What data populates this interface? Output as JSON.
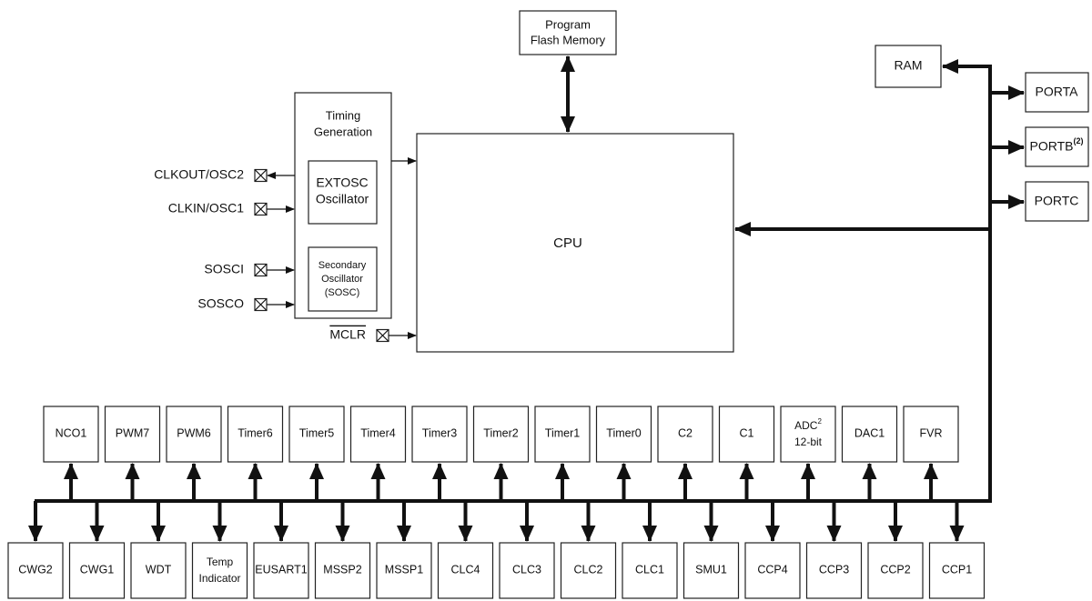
{
  "cpu": {
    "label": "CPU"
  },
  "flash": {
    "line1": "Program",
    "line2": "Flash Memory"
  },
  "ram": {
    "label": "RAM"
  },
  "ports": [
    {
      "label": "PORTA",
      "sup": ""
    },
    {
      "label": "PORTB",
      "sup": "(2)"
    },
    {
      "label": "PORTC",
      "sup": ""
    }
  ],
  "timing": {
    "line1": "Timing",
    "line2": "Generation",
    "extosc": {
      "line1": "EXTOSC",
      "line2": "Oscillator"
    },
    "sosc": {
      "line1": "Secondary",
      "line2": "Oscillator",
      "line3": "(SOSC)"
    }
  },
  "pins": {
    "clkout": "CLKOUT/OSC2",
    "clkin": "CLKIN/OSC1",
    "sosci": "SOSCI",
    "sosco": "SOSCO",
    "mclr": "MCLR"
  },
  "top_row": [
    {
      "label": "NCO1"
    },
    {
      "label": "PWM7"
    },
    {
      "label": "PWM6"
    },
    {
      "label": "Timer6"
    },
    {
      "label": "Timer5"
    },
    {
      "label": "Timer4"
    },
    {
      "label": "Timer3"
    },
    {
      "label": "Timer2"
    },
    {
      "label": "Timer1"
    },
    {
      "label": "Timer0"
    },
    {
      "label": "C2"
    },
    {
      "label": "C1"
    },
    {
      "label": "ADC",
      "sup": "2",
      "line2": "12-bit"
    },
    {
      "label": "DAC1"
    },
    {
      "label": "FVR"
    }
  ],
  "bottom_row": [
    {
      "label": "CWG2"
    },
    {
      "label": "CWG1"
    },
    {
      "label": "WDT"
    },
    {
      "label": "Temp",
      "line2": "Indicator"
    },
    {
      "label": "EUSART1"
    },
    {
      "label": "MSSP2"
    },
    {
      "label": "MSSP1"
    },
    {
      "label": "CLC4"
    },
    {
      "label": "CLC3"
    },
    {
      "label": "CLC2"
    },
    {
      "label": "CLC1"
    },
    {
      "label": "SMU1"
    },
    {
      "label": "CCP4"
    },
    {
      "label": "CCP3"
    },
    {
      "label": "CCP2"
    },
    {
      "label": "CCP1"
    }
  ]
}
